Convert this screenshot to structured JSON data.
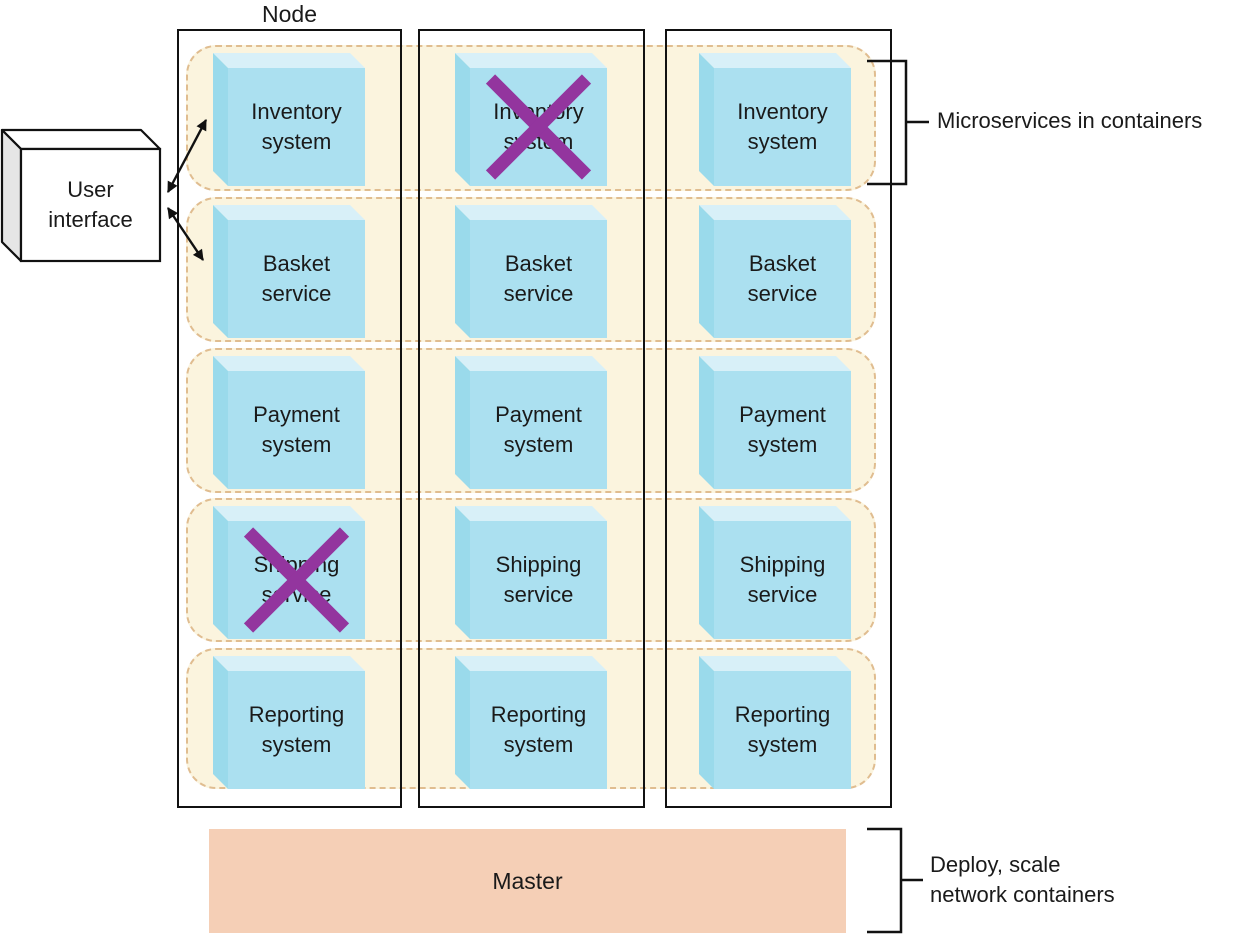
{
  "labels": {
    "node": "Node",
    "master": "Master"
  },
  "user_interface": {
    "lines": [
      "User",
      "interface"
    ]
  },
  "annotations": {
    "microservices": "Microservices in containers",
    "deploy_line1": "Deploy, scale",
    "deploy_line2": "network containers"
  },
  "services": [
    {
      "name": "inventory-system",
      "lines": [
        "Inventory",
        "system"
      ]
    },
    {
      "name": "basket-service",
      "lines": [
        "Basket",
        "service"
      ]
    },
    {
      "name": "payment-system",
      "lines": [
        "Payment",
        "system"
      ]
    },
    {
      "name": "shipping-service",
      "lines": [
        "Shipping",
        "service"
      ]
    },
    {
      "name": "reporting-system",
      "lines": [
        "Reporting",
        "system"
      ]
    }
  ],
  "nodes": [
    {
      "name": "node-1",
      "crossed_out_services": [
        "shipping-service"
      ]
    },
    {
      "name": "node-2",
      "crossed_out_services": [
        "inventory-system"
      ]
    },
    {
      "name": "node-3",
      "crossed_out_services": []
    }
  ],
  "colors": {
    "container_fill": "#fbf4de",
    "container_border": "#e0bd90",
    "cube_front": "#abe0f0",
    "cube_top": "#d8f0f8",
    "cube_left": "#9adaeb",
    "ui_side": "#e6e6e6",
    "master_fill": "#f5cfb6",
    "cross": "#93359e",
    "line": "#111111"
  }
}
